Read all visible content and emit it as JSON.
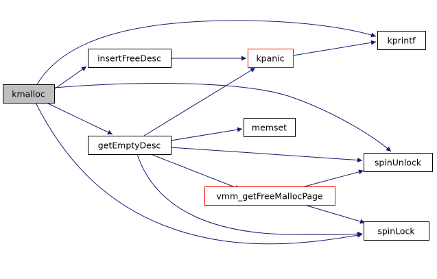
{
  "colors": {
    "edge": "#191970",
    "node_border": "#000000",
    "node_border_highlight": "#ff0000",
    "node_fill": "#ffffff",
    "root_fill": "#bfbfbf"
  },
  "nodes": [
    {
      "id": "kmalloc",
      "label": "kmalloc",
      "style": "root"
    },
    {
      "id": "insertFreeDesc",
      "label": "insertFreeDesc",
      "style": "normal"
    },
    {
      "id": "getEmptyDesc",
      "label": "getEmptyDesc",
      "style": "normal"
    },
    {
      "id": "kpanic",
      "label": "kpanic",
      "style": "red"
    },
    {
      "id": "memset",
      "label": "memset",
      "style": "normal"
    },
    {
      "id": "vmm_getFreeMallocPage",
      "label": "vmm_getFreeMallocPage",
      "style": "red"
    },
    {
      "id": "kprintf",
      "label": "kprintf",
      "style": "normal"
    },
    {
      "id": "spinUnlock",
      "label": "spinUnlock",
      "style": "normal"
    },
    {
      "id": "spinLock",
      "label": "spinLock",
      "style": "normal"
    }
  ],
  "edges": [
    {
      "from": "kmalloc",
      "to": "kprintf"
    },
    {
      "from": "kmalloc",
      "to": "insertFreeDesc"
    },
    {
      "from": "kmalloc",
      "to": "spinUnlock"
    },
    {
      "from": "kmalloc",
      "to": "getEmptyDesc"
    },
    {
      "from": "kmalloc",
      "to": "spinLock"
    },
    {
      "from": "insertFreeDesc",
      "to": "kpanic"
    },
    {
      "from": "kpanic",
      "to": "kprintf"
    },
    {
      "from": "getEmptyDesc",
      "to": "kpanic"
    },
    {
      "from": "getEmptyDesc",
      "to": "memset"
    },
    {
      "from": "getEmptyDesc",
      "to": "spinUnlock"
    },
    {
      "from": "getEmptyDesc",
      "to": "vmm_getFreeMallocPage"
    },
    {
      "from": "getEmptyDesc",
      "to": "spinLock"
    },
    {
      "from": "vmm_getFreeMallocPage",
      "to": "spinUnlock"
    },
    {
      "from": "vmm_getFreeMallocPage",
      "to": "spinLock"
    }
  ]
}
